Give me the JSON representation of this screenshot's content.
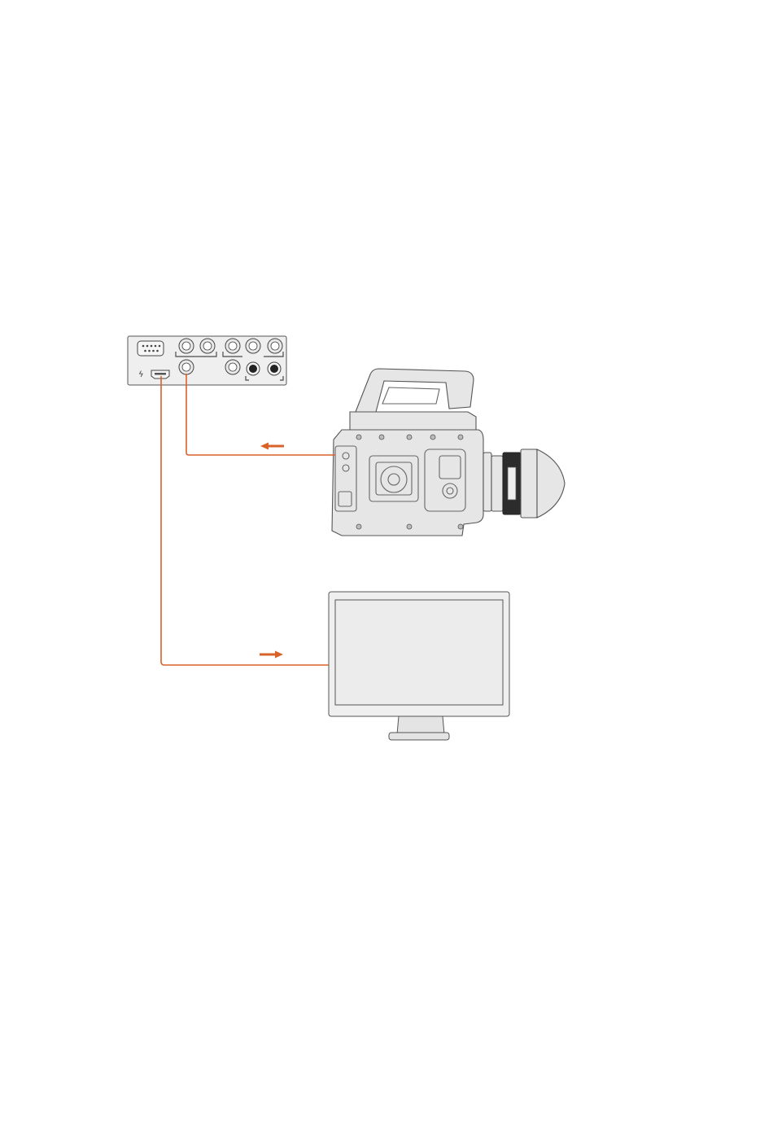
{
  "colors": {
    "cable": "#d9622b",
    "device_fill": "#efefef",
    "device_stroke": "#555555",
    "screen_fill": "#ececec"
  },
  "icons": {
    "thunderbolt": "thunderbolt-icon",
    "arrow_to_interface": "arrow-left-icon",
    "arrow_to_monitor": "arrow-right-icon"
  },
  "connections": [
    {
      "from": "camera",
      "to": "interface-bnc-input",
      "direction": "left"
    },
    {
      "from": "interface-hdmi-output",
      "to": "monitor",
      "direction": "right"
    }
  ]
}
